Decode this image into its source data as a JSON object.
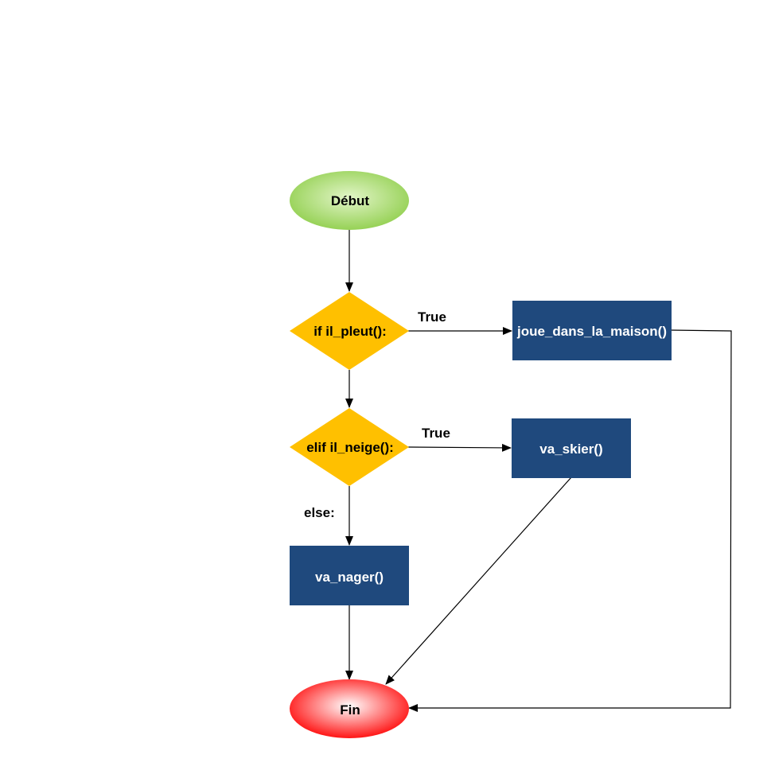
{
  "nodes": {
    "start": {
      "label": "Début",
      "shape": "ellipse",
      "color": "#8fce4b"
    },
    "if_rain": {
      "label": "if il_pleut():",
      "shape": "diamond",
      "color": "#ffc000"
    },
    "elif_snow": {
      "label": "elif il_neige():",
      "shape": "diamond",
      "color": "#ffc000"
    },
    "play_house": {
      "label": "joue_dans_la_maison()",
      "shape": "rectangle",
      "color": "#1f497d"
    },
    "ski": {
      "label": "va_skier()",
      "shape": "rectangle",
      "color": "#1f497d"
    },
    "swim": {
      "label": "va_nager()",
      "shape": "rectangle",
      "color": "#1f497d"
    },
    "end": {
      "label": "Fin",
      "shape": "ellipse",
      "color": "#ff0000"
    }
  },
  "edges": [
    {
      "from": "start",
      "to": "if_rain",
      "label": ""
    },
    {
      "from": "if_rain",
      "to": "play_house",
      "label": "True"
    },
    {
      "from": "if_rain",
      "to": "elif_snow",
      "label": ""
    },
    {
      "from": "elif_snow",
      "to": "ski",
      "label": "True"
    },
    {
      "from": "elif_snow",
      "to": "swim",
      "label": "else:"
    },
    {
      "from": "play_house",
      "to": "end",
      "label": ""
    },
    {
      "from": "ski",
      "to": "end",
      "label": ""
    },
    {
      "from": "swim",
      "to": "end",
      "label": ""
    }
  ]
}
